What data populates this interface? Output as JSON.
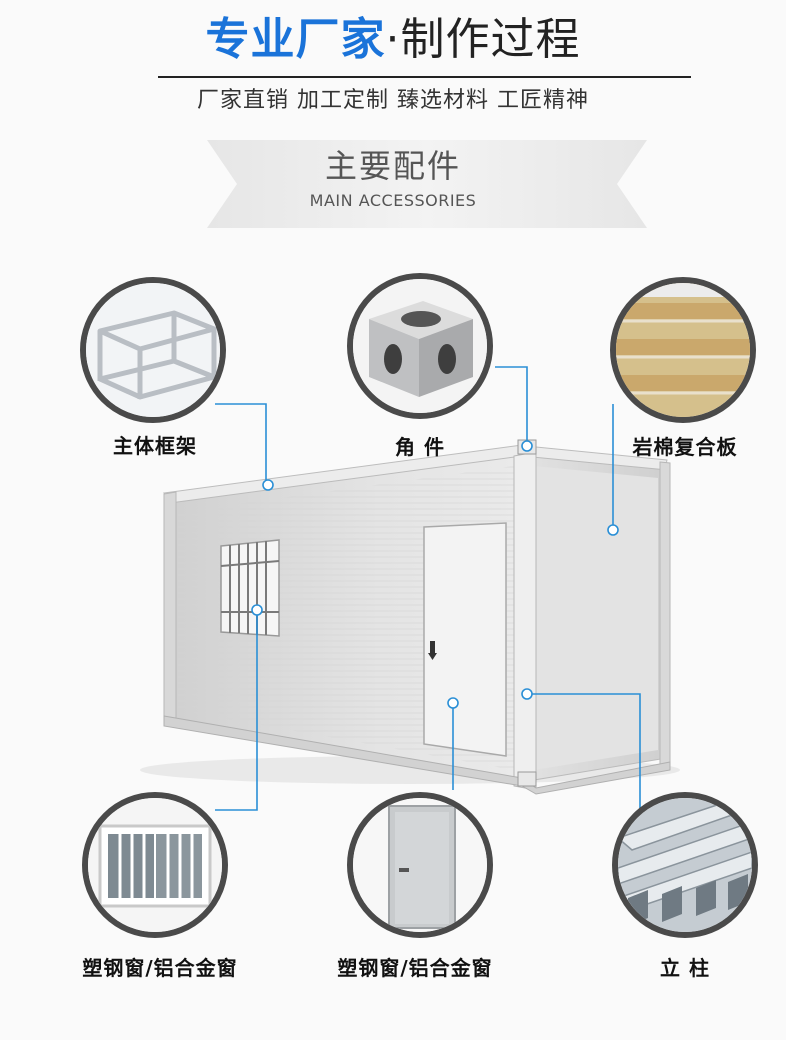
{
  "header": {
    "title_highlight": "专业厂家",
    "title_separator": "·",
    "title_rest": "制作过程",
    "subtitle": "厂家直销 加工定制  臻选材料 工匠精神"
  },
  "section": {
    "title": "主要配件",
    "subtitle": "MAIN ACCESSORIES"
  },
  "parts": [
    {
      "label": "主体框架",
      "icon": "steel-frame-icon"
    },
    {
      "label": "角  件",
      "icon": "corner-casting-icon"
    },
    {
      "label": "岩棉复合板",
      "icon": "rock-wool-panel-icon"
    },
    {
      "label": "塑钢窗/铝合金窗",
      "icon": "window-icon"
    },
    {
      "label": "塑钢窗/铝合金窗",
      "icon": "door-icon"
    },
    {
      "label": "立  柱",
      "icon": "steel-column-icon"
    }
  ],
  "colors": {
    "accent": "#1a73d9",
    "connector": "#2a8fd6",
    "circle_border": "#4a4a4a"
  }
}
